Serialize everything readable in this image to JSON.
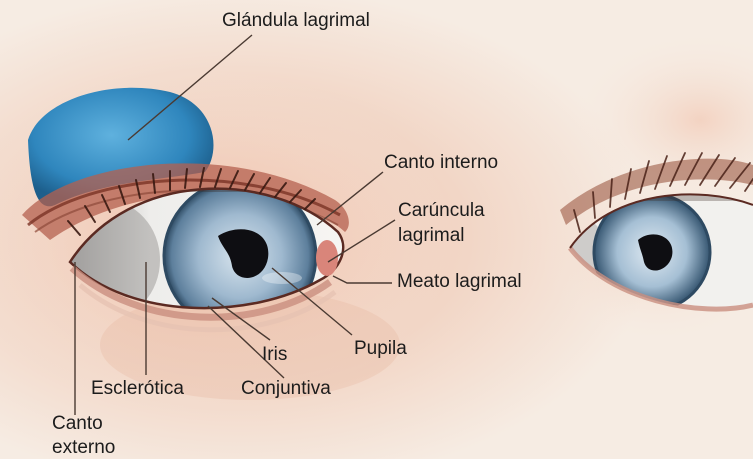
{
  "labels": {
    "glandula_lagrimal": "Glándula lagrimal",
    "canto_interno": "Canto interno",
    "caruncula_line1": "Carúncula",
    "caruncula_line2": "lagrimal",
    "meato_lagrimal": "Meato lagrimal",
    "pupila": "Pupila",
    "iris": "Iris",
    "conjuntiva": "Conjuntiva",
    "esclerotica": "Esclerótica",
    "canto_externo_line1": "Canto",
    "canto_externo_line2": "externo"
  },
  "colors": {
    "skin_base": "#f4e7dc",
    "skin_shadow": "#d9a690",
    "gland": "#3a8fc3",
    "iris": "#9fb9cf",
    "iris_dark": "#4b6b87",
    "pupil": "#0e0e12",
    "sclera": "#f2f1ee",
    "lashes": "#3a1a12",
    "leader_line": "#4a3a32"
  },
  "icons": {
    "eye_main": "eye-illustration",
    "eye_secondary": "eye-illustration-small"
  }
}
